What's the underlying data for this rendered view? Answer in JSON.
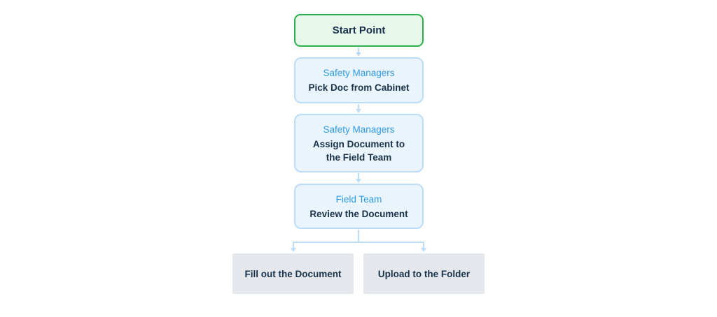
{
  "start": {
    "label": "Start Point"
  },
  "steps": [
    {
      "role": "Safety Managers",
      "action": "Pick Doc from Cabinet"
    },
    {
      "role": "Safety Managers",
      "action": "Assign Document to the Field Team"
    },
    {
      "role": "Field Team",
      "action": "Review the Document"
    }
  ],
  "outcomes": [
    {
      "label": "Fill out the Document"
    },
    {
      "label": "Upload to the Folder"
    }
  ],
  "colors": {
    "start_border": "#2bb04a",
    "start_fill": "#e8f7ec",
    "step_border": "#bcdcf7",
    "step_fill": "#eaf4fd",
    "role_text": "#2f9be6",
    "action_text": "#19324a",
    "outcome_fill": "#e4e8ed",
    "connector": "#bcdcf7"
  }
}
